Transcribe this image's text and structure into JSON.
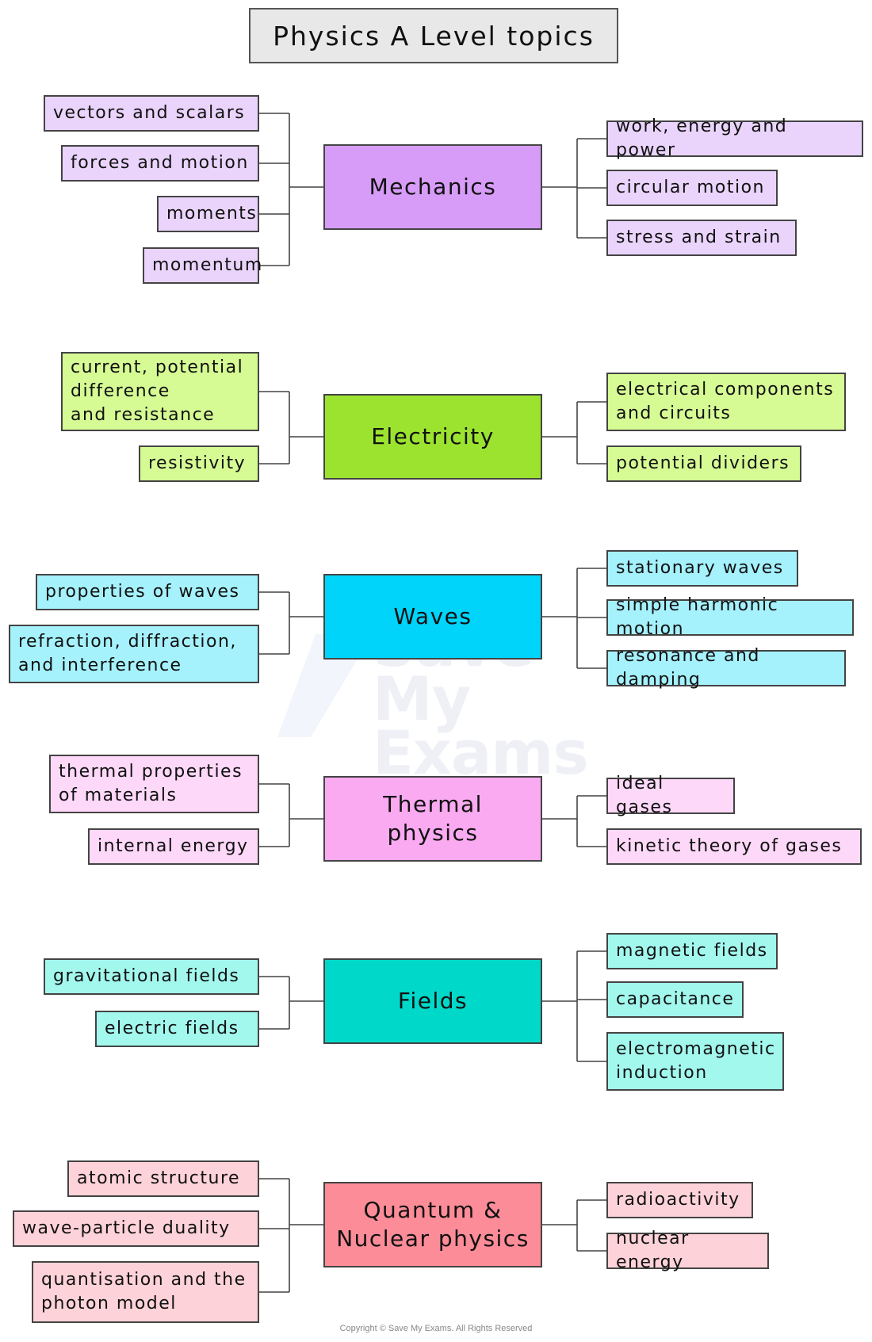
{
  "title": "Physics A Level topics",
  "copyright": "Copyright © Save My Exams. All Rights Reserved",
  "watermark": "Save My Exams",
  "groups": [
    {
      "id": "mechanics",
      "name": "Mechanics",
      "color": "#d79cf7",
      "leaf_color": "#ead4fb",
      "left": [
        "vectors and scalars",
        "forces and motion",
        "moments",
        "momentum"
      ],
      "right": [
        "work, energy and power",
        "circular motion",
        "stress and strain"
      ]
    },
    {
      "id": "electricity",
      "name": "Electricity",
      "color": "#9ce330",
      "leaf_color": "#d6fb94",
      "left": [
        "current, potential\ndifference\nand resistance",
        "resistivity"
      ],
      "right": [
        "electrical components\nand circuits",
        "potential dividers"
      ]
    },
    {
      "id": "waves",
      "name": "Waves",
      "color": "#00d4fa",
      "leaf_color": "#a5f1fc",
      "left": [
        "properties of waves",
        "refraction, diffraction,\nand interference"
      ],
      "right": [
        "stationary waves",
        "simple harmonic motion",
        "resonance and damping"
      ]
    },
    {
      "id": "thermal",
      "name": "Thermal\nphysics",
      "color": "#f9aaf0",
      "leaf_color": "#fdd8f8",
      "left": [
        "thermal properties\nof materials",
        "internal energy"
      ],
      "right": [
        "ideal gases",
        "kinetic theory of gases"
      ]
    },
    {
      "id": "fields",
      "name": "Fields",
      "color": "#00d9c9",
      "leaf_color": "#a3f8ee",
      "left": [
        "gravitational fields",
        "electric fields"
      ],
      "right": [
        "magnetic fields",
        "capacitance",
        "electromagnetic\ninduction"
      ]
    },
    {
      "id": "quantum",
      "name": "Quantum &\nNuclear physics",
      "color": "#fb8c98",
      "leaf_color": "#fdd2d8",
      "left": [
        "atomic structure",
        "wave-particle duality",
        "quantisation and the\nphoton model"
      ],
      "right": [
        "radioactivity",
        "nuclear energy"
      ]
    }
  ]
}
